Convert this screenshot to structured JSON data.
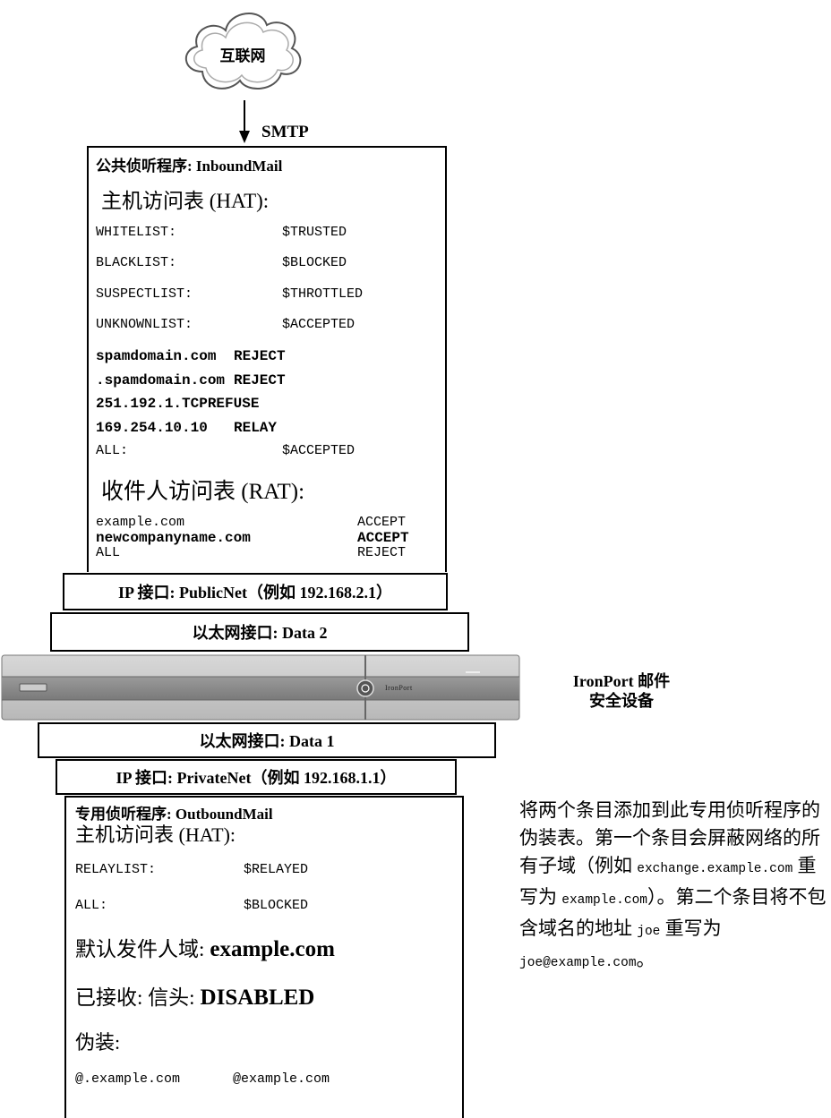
{
  "internet": {
    "label": "互联网"
  },
  "smtp_label": "SMTP",
  "public_listener": {
    "title": "公共侦听程序: InboundMail",
    "hat_heading": "主机访问表 (HAT):",
    "hat_rows": [
      {
        "key": "WHITELIST:",
        "value": "$TRUSTED"
      },
      {
        "key": "BLACKLIST:",
        "value": "$BLOCKED"
      },
      {
        "key": "SUSPECTLIST:",
        "value": "$THROTTLED"
      },
      {
        "key": "UNKNOWNLIST:",
        "value": "$ACCEPTED"
      }
    ],
    "hat_bold_rows": [
      {
        "key": "spamdomain.com",
        "value": "REJECT"
      },
      {
        "key": ".spamdomain.com",
        "value": "REJECT"
      },
      {
        "key": "251.192.1.TCPREFUSE",
        "value": ""
      },
      {
        "key": "169.254.10.10",
        "value": "RELAY"
      }
    ],
    "hat_all": {
      "key": "ALL:",
      "value": "$ACCEPTED"
    },
    "rat_heading": "收件人访问表 (RAT):",
    "rat_rows": [
      {
        "key": "example.com",
        "value": "ACCEPT",
        "bold": false
      },
      {
        "key": "newcompanyname.com",
        "value": "ACCEPT",
        "bold": true
      },
      {
        "key": "ALL",
        "value": "REJECT",
        "bold": false
      }
    ]
  },
  "ip_public": "IP 接口: PublicNet（例如 192.168.2.1）",
  "eth_data2": "以太网接口: Data 2",
  "appliance": {
    "logo_text": "IronPort",
    "label_line1": "IronPort 邮件",
    "label_line2": "安全设备"
  },
  "eth_data1": "以太网接口: Data 1",
  "ip_private": "IP 接口: PrivateNet（例如 192.168.1.1）",
  "private_listener": {
    "title": "专用侦听程序: OutboundMail",
    "hat_heading": "主机访问表 (HAT):",
    "hat_rows": [
      {
        "key": "RELAYLIST:",
        "value": "$RELAYED"
      },
      {
        "key": "ALL:",
        "value": "$BLOCKED"
      }
    ],
    "default_domain_label": "默认发件人域:",
    "default_domain_value": "example.com",
    "received_label": "已接收: 信头:",
    "received_value": "DISABLED",
    "masquerade_label": "伪装:",
    "masquerade_from": "@.example.com",
    "masquerade_to": "@example.com"
  },
  "note": {
    "p1": "将两个条目添加到此专用侦听程序的伪装表。第一个条目会屏蔽网络的所有子域（例如 ",
    "code1": "exchange.example.com",
    "p2": " 重写为 ",
    "code2": "example.com",
    "p3": "）。第二个条目将不包含域名的地址 ",
    "code3": "joe",
    "p4": " 重写为",
    "code4": "joe@example.com",
    "p5": "。"
  }
}
